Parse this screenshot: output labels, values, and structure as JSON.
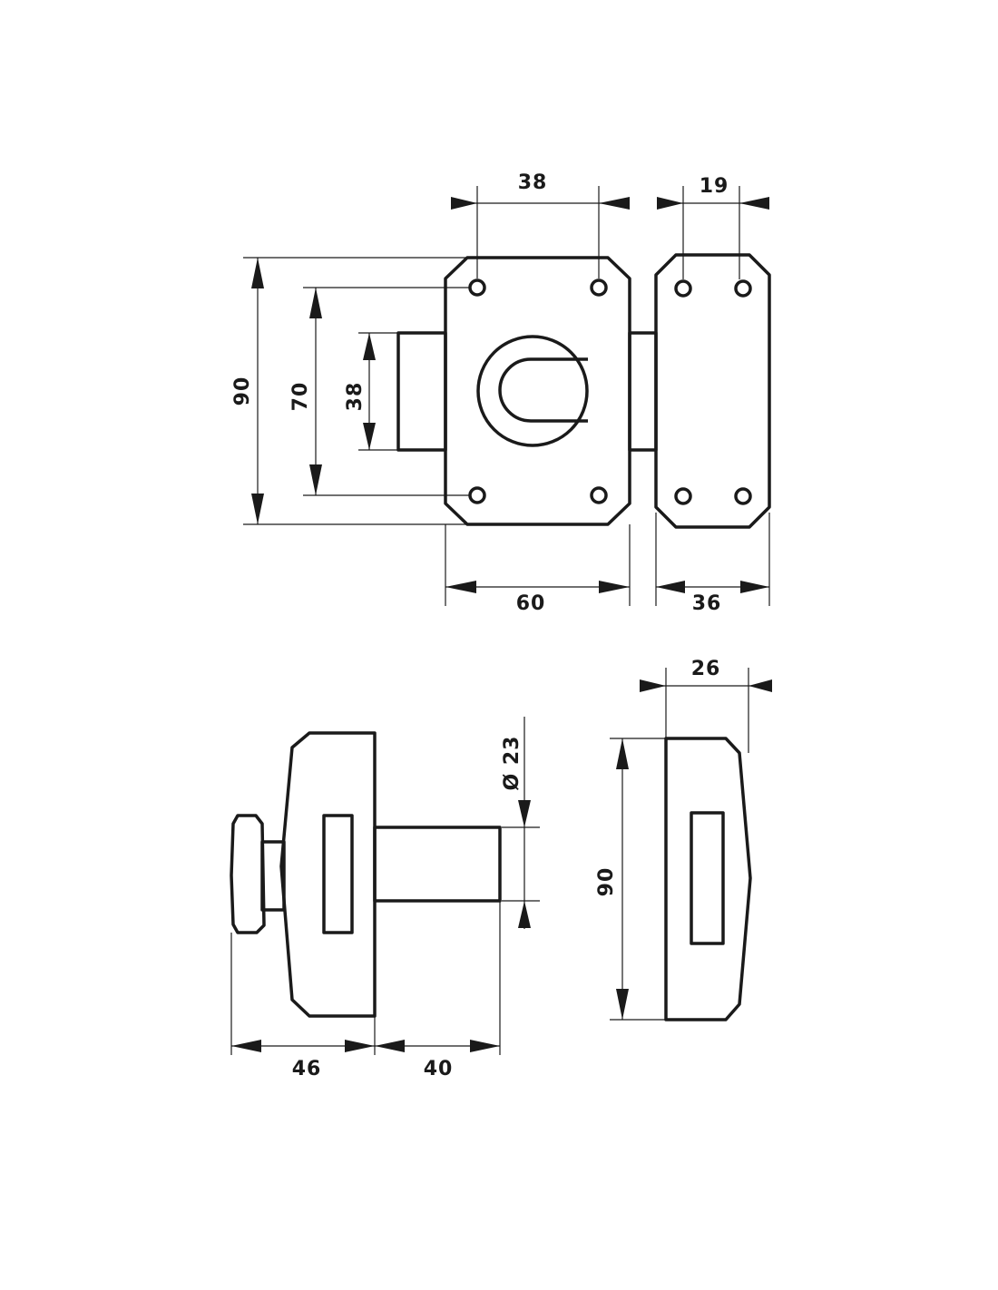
{
  "front_view": {
    "dim_hole_spacing_x": "38",
    "dim_height": "90",
    "dim_hole_spacing_y": "70",
    "dim_bolt_height": "38",
    "dim_width": "60"
  },
  "keeper_view": {
    "dim_hole_spacing_x": "19",
    "dim_width": "36"
  },
  "side_view": {
    "dim_cylinder_diameter": "Ø 23",
    "dim_body_depth": "46",
    "dim_cylinder_length": "40"
  },
  "end_view": {
    "dim_depth": "26",
    "dim_height": "90"
  },
  "colors": {
    "ink": "#1a1a1a",
    "background": "#ffffff"
  }
}
